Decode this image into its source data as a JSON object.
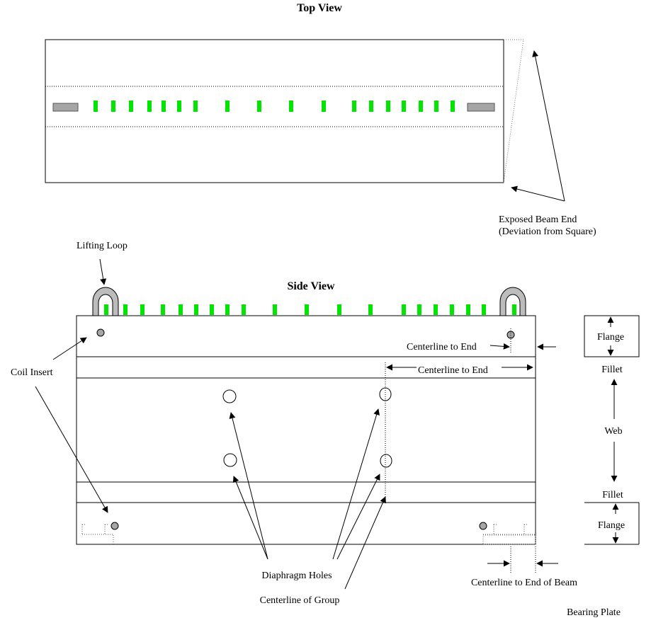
{
  "views": {
    "top": {
      "title": "Top View"
    },
    "side": {
      "title": "Side View"
    }
  },
  "labels": {
    "exposed_beam_end_line1": "Exposed Beam End",
    "exposed_beam_end_line2": "(Deviation from Square)",
    "lifting_loop": "Lifting Loop",
    "coil_insert": "Coil Insert",
    "centerline_to_end_1": "Centerline to End",
    "centerline_to_end_2": "Centerline to End",
    "flange_top": "Flange",
    "fillet_top": "Fillet",
    "web": "Web",
    "fillet_bottom": "Fillet",
    "flange_bottom": "Flange",
    "diaphragm_holes": "Diaphragm Holes",
    "centerline_of_group": "Centerline of Group",
    "centerline_to_end_of_beam": "Centerline to End of Beam",
    "bearing_plate": "Bearing Plate"
  },
  "colors": {
    "strand_marker": "#00e600",
    "insert_gray": "#a6a6a6",
    "outline": "#000000"
  }
}
